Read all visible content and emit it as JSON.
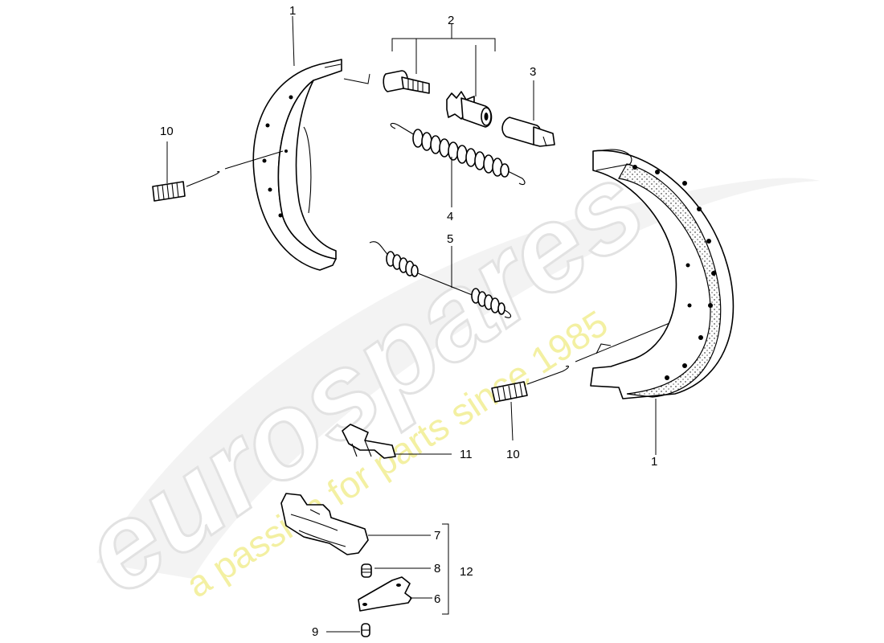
{
  "diagram": {
    "callouts": {
      "c1_top": "1",
      "c2": "2",
      "c3": "3",
      "c4": "4",
      "c5": "5",
      "c10_left": "10",
      "c10_right": "10",
      "c1_right": "1",
      "c11": "11",
      "c7": "7",
      "c8": "8",
      "c6": "6",
      "c12": "12",
      "c9": "9"
    },
    "parts": {
      "brake_shoe": "brake-shoe",
      "adjuster_bolt": "adjuster-bolt",
      "adjuster_nut": "adjuster-star-nut",
      "adjuster_sleeve": "adjuster-sleeve",
      "return_spring_upper": "upper-return-spring",
      "return_spring_lower": "lower-return-spring",
      "hold_down_spring": "hold-down-spring",
      "clip": "clip",
      "lever": "parking-brake-lever",
      "pin": "pin",
      "link": "link"
    }
  },
  "watermark": {
    "logo_text": "eurospares",
    "tagline": "a passion for parts since 1985",
    "logo_color": "#e6e6e6",
    "tagline_color": "#f3f0a2"
  }
}
